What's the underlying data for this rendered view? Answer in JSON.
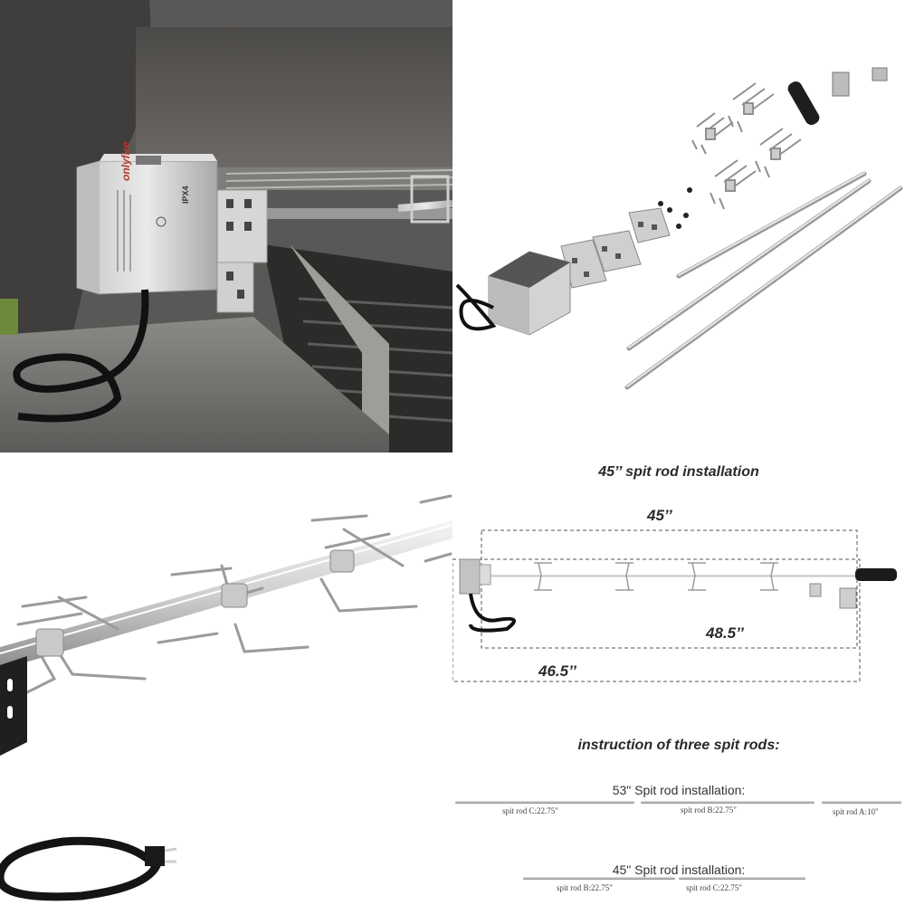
{
  "photo1": {
    "brand": "onlyfire",
    "rating": "IPX4"
  },
  "diagram": {
    "title": "45’’ spit rod installation",
    "dim_top": "45’’",
    "dim_right": "48.5’’",
    "dim_left": "46.5’’"
  },
  "instructions": {
    "title": "instruction of three spit rods:",
    "install_53": {
      "title": "53\" Spit rod installation:",
      "rods": [
        "spit rod C:22.75\"",
        "spit rod B:22.75\"",
        "spit rod A:10\""
      ]
    },
    "install_45": {
      "title": "45\" Spit rod installation:",
      "rods": [
        "spit rod B:22.75\"",
        "spit rod C:22.75\""
      ]
    }
  }
}
